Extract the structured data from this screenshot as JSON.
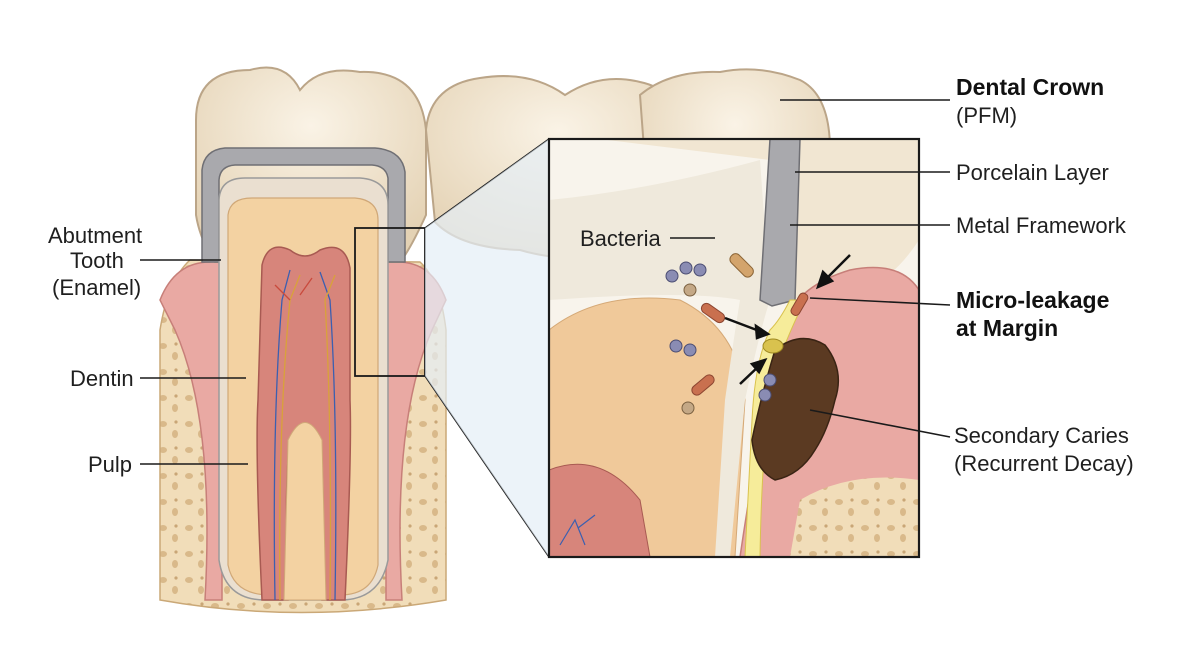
{
  "labels": {
    "crown_title": "Dental Crown",
    "crown_sub": "(PFM)",
    "porcelain": "Porcelain Layer",
    "metal": "Metal Framework",
    "leak_1": "Micro-leakage",
    "leak_2": "at Margin",
    "caries_1": "Secondary Caries",
    "caries_2": "(Recurrent Decay)",
    "abut_1": "Abutment",
    "abut_2": "Tooth",
    "abut_3": "(Enamel)",
    "dentin": "Dentin",
    "pulp": "Pulp",
    "bacteria": "Bacteria"
  },
  "colors": {
    "porcelain": "#f1e6d2",
    "metal": "#a9a9ad",
    "dentin": "#f3d2a2",
    "pulp": "#d7857b",
    "gum": "#e9a9a3",
    "bone": "#f1ddb9",
    "decay": "#5b3a22",
    "leak_fluid": "#f6ec9a"
  }
}
